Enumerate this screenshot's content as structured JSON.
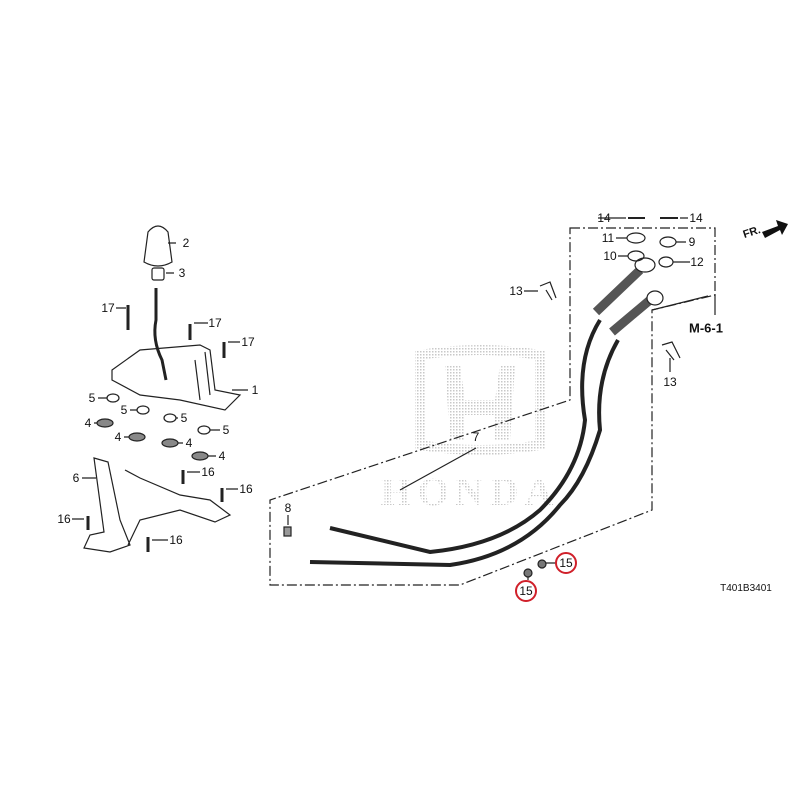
{
  "diagram": {
    "diagram_code": "T401B3401",
    "reference": "M-6-1",
    "direction_label": "FR.",
    "watermark": "HONDA",
    "highlight_color": "#d0202a",
    "callouts": [
      {
        "part": "2"
      },
      {
        "part": "3"
      },
      {
        "part": "17"
      },
      {
        "part": "17"
      },
      {
        "part": "17"
      },
      {
        "part": "1"
      },
      {
        "part": "5"
      },
      {
        "part": "5"
      },
      {
        "part": "5"
      },
      {
        "part": "5"
      },
      {
        "part": "4"
      },
      {
        "part": "4"
      },
      {
        "part": "4"
      },
      {
        "part": "4"
      },
      {
        "part": "16"
      },
      {
        "part": "6"
      },
      {
        "part": "16"
      },
      {
        "part": "16"
      },
      {
        "part": "16"
      },
      {
        "part": "8"
      },
      {
        "part": "7"
      },
      {
        "part": "14"
      },
      {
        "part": "14"
      },
      {
        "part": "11"
      },
      {
        "part": "9"
      },
      {
        "part": "10"
      },
      {
        "part": "12"
      },
      {
        "part": "13"
      },
      {
        "part": "13"
      },
      {
        "part": "15",
        "highlighted": true
      },
      {
        "part": "15",
        "highlighted": true
      }
    ]
  }
}
